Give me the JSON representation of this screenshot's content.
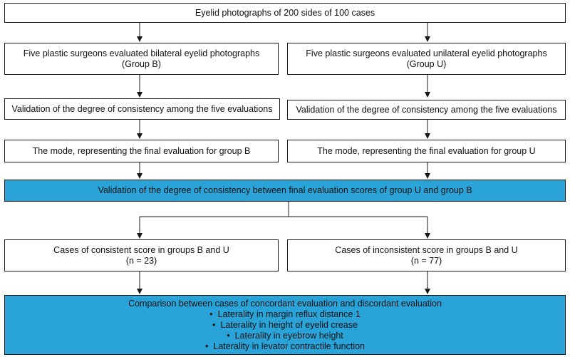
{
  "diagram": {
    "top": "Eyelid photographs of 200 sides of 100 cases",
    "left": {
      "evaluated_line1": "Five plastic surgeons evaluated bilateral eyelid photographs",
      "evaluated_line2": "(Group B)",
      "validation": "Validation of the degree of consistency among the five evaluations",
      "mode": "The mode, representing the final evaluation for group B"
    },
    "right": {
      "evaluated_line1": "Five plastic surgeons evaluated unilateral eyelid photographs",
      "evaluated_line2": "(Group U)",
      "validation": "Validation of the degree of consistency among the five evaluations",
      "mode": "The mode, representing the final evaluation for group U"
    },
    "merge": "Validation of the degree of consistency between final evaluation scores of group U and group B",
    "consistent": {
      "line1": "Cases of consistent score in groups B and U",
      "line2": "(n = 23)"
    },
    "inconsistent": {
      "line1": "Cases of inconsistent score in groups B and U",
      "line2": "(n = 77)"
    },
    "comparison": {
      "title": "Comparison between cases of concordant evaluation and discordant evaluation",
      "items": [
        "Laterality in margin reflux distance 1",
        "Laterality in height of eyelid crease",
        "Laterality in eyebrow height",
        "Laterality in levator contractile function"
      ]
    },
    "colors": {
      "highlight": "#2aa4d8",
      "border": "#1a1a1a"
    }
  }
}
